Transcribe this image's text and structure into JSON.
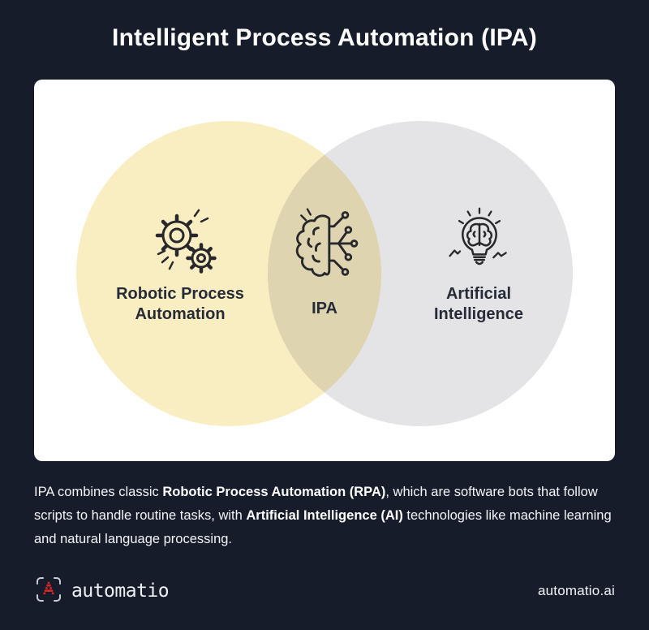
{
  "header": {
    "title": "Intelligent Process Automation (IPA)"
  },
  "venn": {
    "left": {
      "icon": "gears-icon",
      "label_lines": [
        "Robotic Process",
        "Automation"
      ]
    },
    "center": {
      "icon": "brain-circuit-icon",
      "label": "IPA"
    },
    "right": {
      "icon": "lightbulb-brain-icon",
      "label_lines": [
        "Artificial",
        "Intelligence"
      ]
    }
  },
  "description": {
    "segments": [
      {
        "text": "IPA combines classic ",
        "bold": false
      },
      {
        "text": "Robotic Process Automation (RPA)",
        "bold": true
      },
      {
        "text": ", which are software bots that follow scripts to handle routine tasks, with ",
        "bold": false
      },
      {
        "text": "Artificial Intelligence (AI)",
        "bold": true
      },
      {
        "text": " technologies like machine learning and natural language processing.",
        "bold": false
      }
    ]
  },
  "footer": {
    "brand": "automatio",
    "website": "automatio.ai"
  },
  "colors": {
    "bg": "#171c2b",
    "card": "#ffffff",
    "circle-left": "#f9eec2",
    "circle-right": "#e4e3e6",
    "circle-overlap": "#ddd3a2",
    "label": "#262b37",
    "text": "#f4f5f7",
    "accent-red": "#e3242b",
    "logo-gray": "#c9cdd6"
  }
}
